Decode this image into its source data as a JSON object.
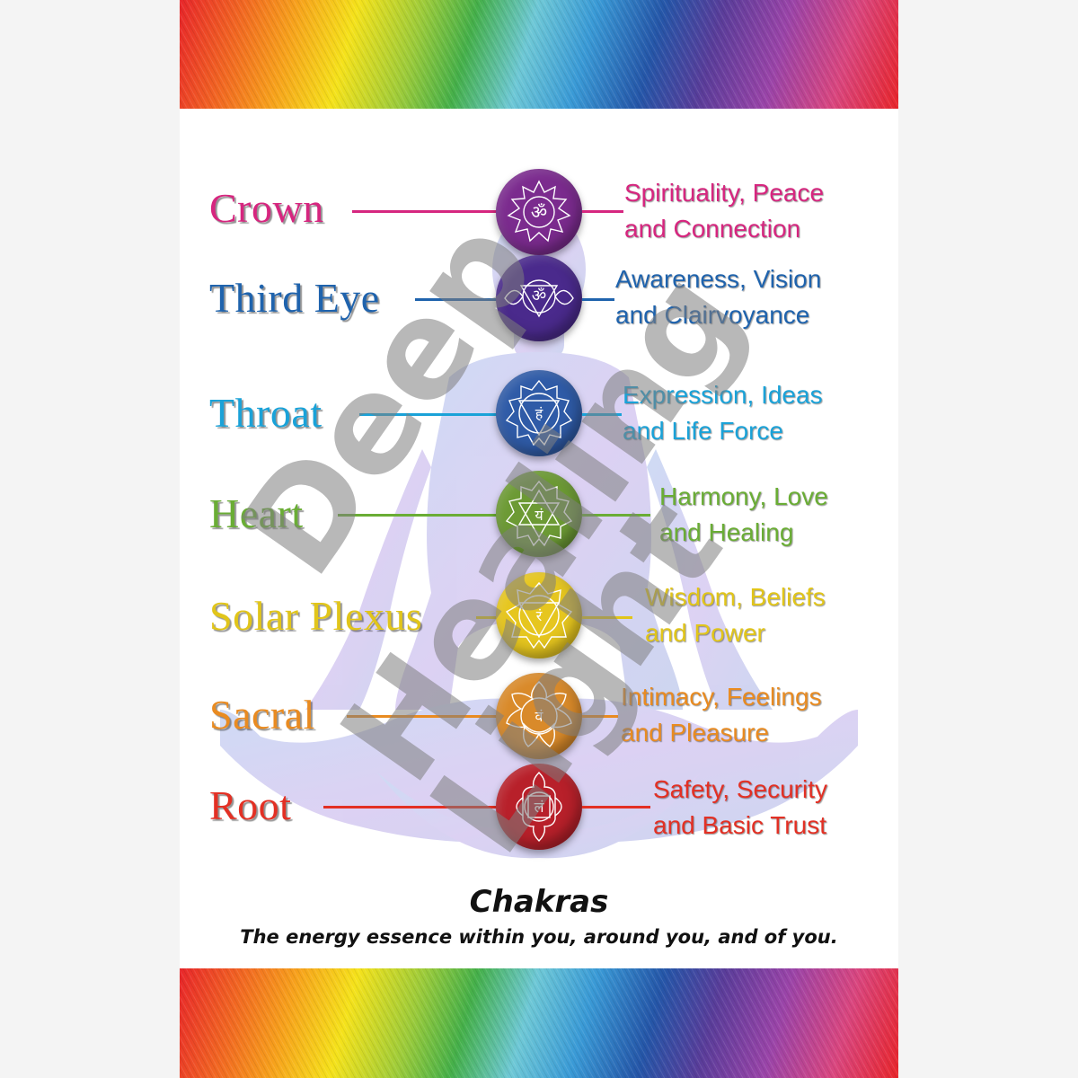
{
  "poster": {
    "title": "Chakras",
    "subtitle": "The energy essence within you, around you, and of you.",
    "watermark": [
      "Deep",
      "Healing",
      "Light"
    ],
    "colors": {
      "page_background": "#f4f4f4",
      "card_background": "#ffffff",
      "caption_text": "#111111",
      "watermark": "#8c8c8c"
    }
  },
  "chakras": [
    {
      "name": "Crown",
      "line1": "Spirituality, Peace",
      "line2": "and Connection",
      "text_color": "#d6267f",
      "circle_color": "#7b2b8e",
      "icon": "crown-lotus-om-icon",
      "glyph": "ॐ"
    },
    {
      "name": "Third Eye",
      "line1": "Awareness, Vision",
      "line2": "and Clairvoyance",
      "text_color": "#1f63ad",
      "circle_color": "#4a2a8c",
      "icon": "third-eye-triangle-icon",
      "glyph": "ॐ"
    },
    {
      "name": "Throat",
      "line1": "Expression, Ideas",
      "line2": "and Life Force",
      "text_color": "#1aa2d8",
      "circle_color": "#2f5ba7",
      "icon": "throat-lotus-icon",
      "glyph": "हं"
    },
    {
      "name": "Heart",
      "line1": "Harmony, Love",
      "line2": "and Healing",
      "text_color": "#6aad35",
      "circle_color": "#6c9a34",
      "icon": "heart-hexagram-icon",
      "glyph": "यं"
    },
    {
      "name": "Solar Plexus",
      "line1": "Wisdom, Beliefs",
      "line2": "and Power",
      "text_color": "#e1c51a",
      "circle_color": "#e6c61f",
      "icon": "solar-plexus-triangle-icon",
      "glyph": "रं"
    },
    {
      "name": "Sacral",
      "line1": "Intimacy, Feelings",
      "line2": "and Pleasure",
      "text_color": "#e98b21",
      "circle_color": "#d98a2a",
      "icon": "sacral-lotus-icon",
      "glyph": "वं"
    },
    {
      "name": "Root",
      "line1": "Safety, Security",
      "line2": "and Basic Trust",
      "text_color": "#e33024",
      "circle_color": "#b8202a",
      "icon": "root-square-lotus-icon",
      "glyph": "लं"
    }
  ]
}
